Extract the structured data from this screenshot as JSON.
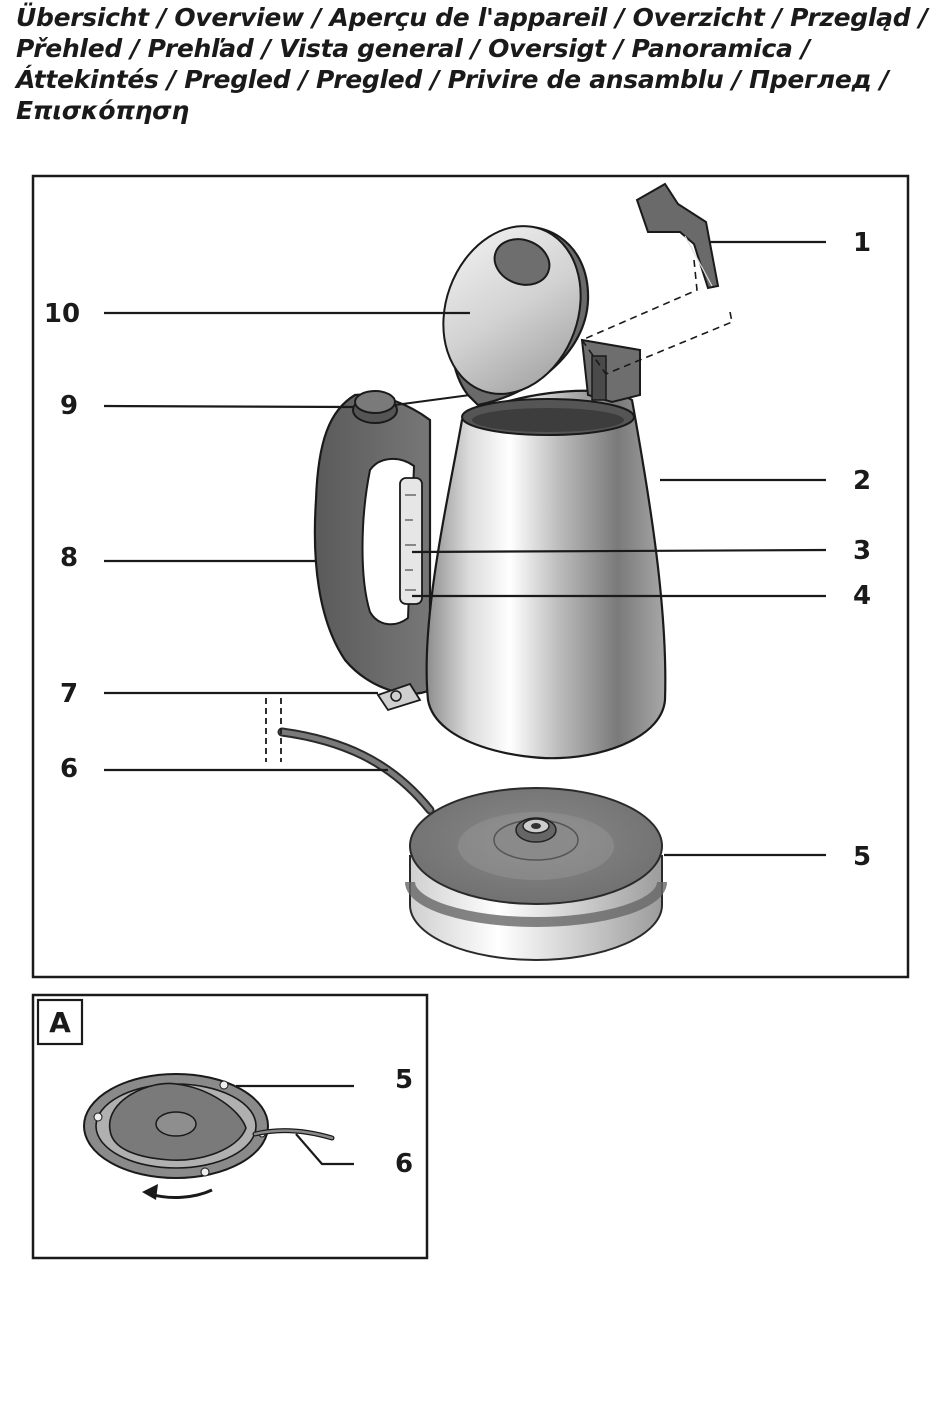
{
  "header": {
    "title": "Übersicht / Overview / Aperçu de l'appareil / Overzicht / Przegląd / Přehled / Prehľad / Vista general / Oversigt / Panoramica / Áttekintés / Pregled / Pregled / Privire de ansamblu / Преглед / Επισκόπηση"
  },
  "main_figure": {
    "callouts": [
      "1",
      "2",
      "3",
      "4",
      "5",
      "6",
      "7",
      "8",
      "9",
      "10"
    ]
  },
  "detail_figure": {
    "letter": "A",
    "callouts": [
      "5",
      "6"
    ]
  }
}
